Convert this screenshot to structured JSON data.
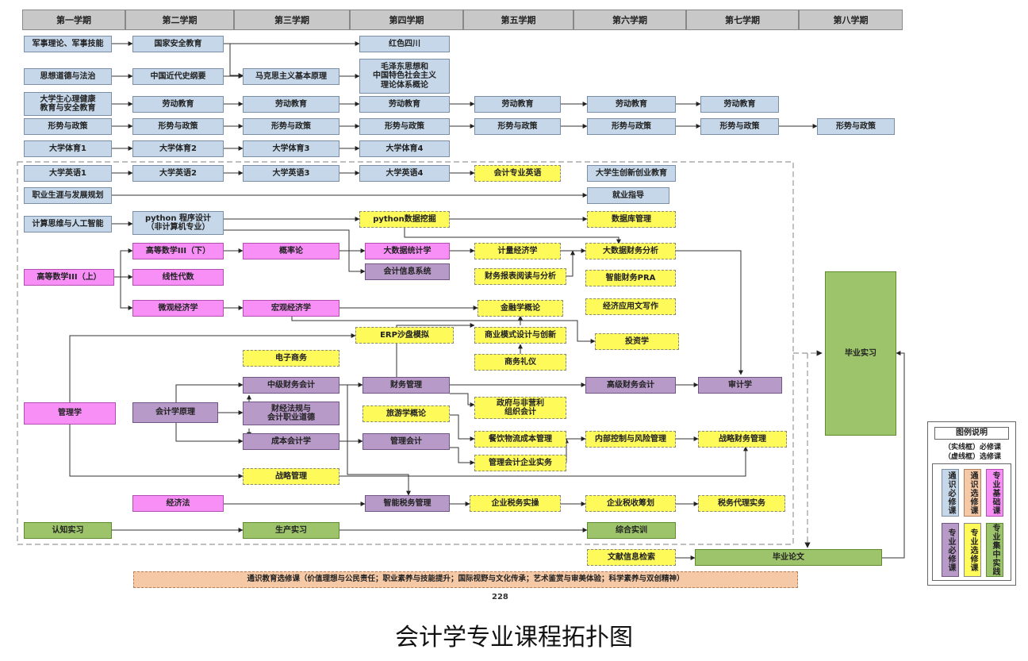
{
  "caption": "会计学专业课程拓扑图",
  "page_number": "228",
  "semesters": [
    "第一学期",
    "第二学期",
    "第三学期",
    "第四学期",
    "第五学期",
    "第六学期",
    "第七学期",
    "第八学期"
  ],
  "legend": {
    "title": "图例说明",
    "line_solid": "（实线框）必修课",
    "line_dashed": "（虚线框）选修课",
    "cells": [
      "通识必修课",
      "通识选修课",
      "专业基础课",
      "专业必修课",
      "专业选修课",
      "专业集中实践"
    ]
  },
  "courses": {
    "c01": "军事理论、军事技能",
    "c02": "国家安全教育",
    "c03": "红色四川",
    "c04": "思想道德与法治",
    "c05": "中国近代史纲要",
    "c06": "马克思主义基本原理",
    "c07": "毛泽东思想和\n中国特色社会主义\n理论体系概论",
    "c08": "大学生心理健康\n教育与安全教育",
    "c09": "劳动教育",
    "c10": "劳动教育",
    "c11": "劳动教育",
    "c12": "劳动教育",
    "c13": "劳动教育",
    "c14": "劳动教育",
    "c15": "形势与政策",
    "c16": "形势与政策",
    "c17": "形势与政策",
    "c18": "形势与政策",
    "c19": "形势与政策",
    "c20": "形势与政策",
    "c21": "形势与政策",
    "c22": "形势与政策",
    "c23": "大学体育1",
    "c24": "大学体育2",
    "c25": "大学体育3",
    "c26": "大学体育4",
    "c27": "大学英语1",
    "c28": "大学英语2",
    "c29": "大学英语3",
    "c30": "大学英语4",
    "c31": "会计专业英语",
    "c32": "大学生创新创业教育",
    "c33": "职业生涯与发展规划",
    "c34": "就业指导",
    "c35": "计算思维与人工智能",
    "c36": "python 程序设计\n（非计算机专业）",
    "c37": "python数据挖掘",
    "c38": "数据库管理",
    "c39": "高等数学III（下）",
    "c40": "概率论",
    "c41": "大数据统计学",
    "c42": "计量经济学",
    "c43": "大数据财务分析",
    "c44": "高等数学III（上）",
    "c45": "线性代数",
    "c46": "会计信息系统",
    "c47": "财务报表阅读与分析",
    "c48": "智能财务PRA",
    "c49": "微观经济学",
    "c50": "宏观经济学",
    "c51": "金融学概论",
    "c52": "经济应用文写作",
    "c53": "ERP沙盘模拟",
    "c54": "商业模式设计与创新",
    "c55": "投资学",
    "c56": "电子商务",
    "c57": "商务礼仪",
    "c58": "中级财务会计",
    "c59": "财务管理",
    "c60": "高级财务会计",
    "c61": "审计学",
    "c62": "毕业实习",
    "c63": "管理学",
    "c64": "会计学原理",
    "c65": "财经法规与\n会计职业道德",
    "c66": "政府与非营利\n组织会计",
    "c67": "旅游学概论",
    "c68": "成本会计学",
    "c69": "管理会计",
    "c70": "餐饮物流成本管理",
    "c71": "内部控制与风险管理",
    "c72": "战略财务管理",
    "c73": "管理会计企业实务",
    "c74": "战略管理",
    "c75": "经济法",
    "c76": "智能税务管理",
    "c77": "企业税务实操",
    "c78": "企业税收筹划",
    "c79": "税务代理实务",
    "c80": "认知实习",
    "c81": "生产实习",
    "c82": "综合实训",
    "c83": "文献信息检索",
    "c84": "毕业论文",
    "c85": "通识教育选修课（价值理想与公民责任；职业素养与技能提升；国际视野与文化传承；艺术鉴赏与审美体验；科学素养与双创精神）"
  },
  "colors": {
    "general_required": "#c5d7e8",
    "general_elective": "#f5c9a6",
    "major_foundation": "#f78ff7",
    "major_required": "#b89ac9",
    "major_elective": "#fdfa5a",
    "major_practice": "#9dc46a",
    "semester_header": "#c8c8c8"
  }
}
